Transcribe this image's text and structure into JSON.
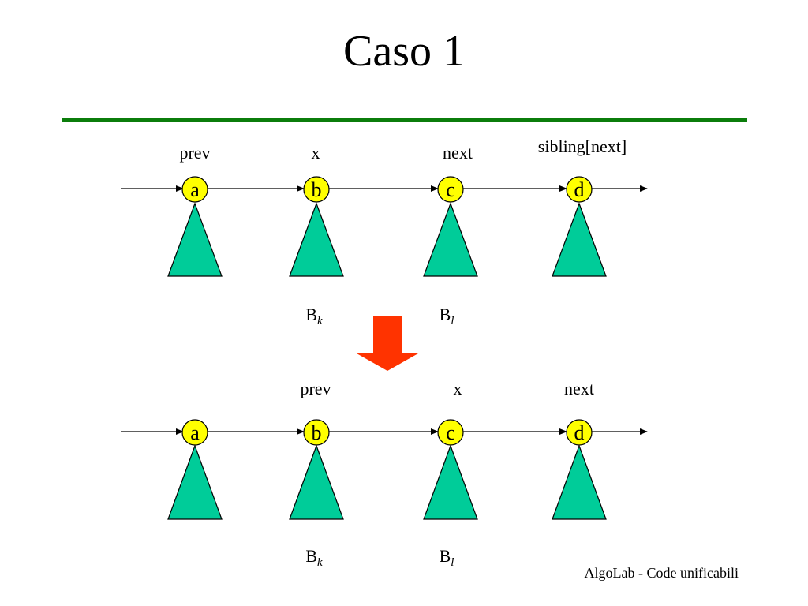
{
  "slide": {
    "title": "Caso 1",
    "footer": "AlgoLab - Code unificabili"
  },
  "colors": {
    "rule": "#0b7d0b",
    "node_fill": "#ffff00",
    "tree_fill": "#00cc99",
    "arrow_down": "#ff3300"
  },
  "top_row": {
    "nodes": [
      "a",
      "b",
      "c",
      "d"
    ],
    "pointer_labels": {
      "prev": "prev",
      "x": "x",
      "next": "next",
      "sibling": "sibling[next]"
    },
    "tree_labels": [
      {
        "base": "B",
        "sub": "k"
      },
      {
        "base": "B",
        "sub": "l"
      }
    ]
  },
  "bottom_row": {
    "nodes": [
      "a",
      "b",
      "c",
      "d"
    ],
    "pointer_labels": {
      "prev": "prev",
      "x": "x",
      "next": "next"
    },
    "tree_labels": [
      {
        "base": "B",
        "sub": "k"
      },
      {
        "base": "B",
        "sub": "l"
      }
    ]
  }
}
